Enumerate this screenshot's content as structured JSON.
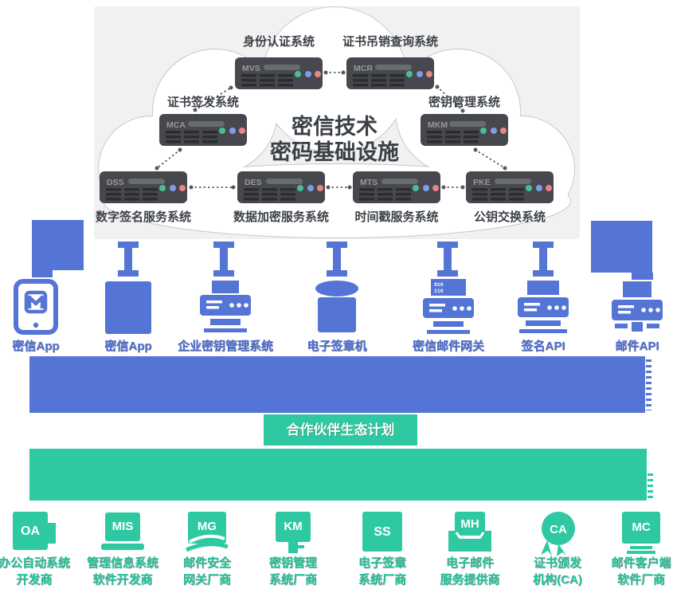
{
  "cloud": {
    "title_line1": "密信技术",
    "title_line2": "密码基础设施",
    "servers": [
      {
        "code": "MVS",
        "label": "身份认证系统"
      },
      {
        "code": "MCR",
        "label": "证书吊销查询系统"
      },
      {
        "code": "MCA",
        "label": "证书签发系统"
      },
      {
        "code": "MKM",
        "label": "密钥管理系统"
      },
      {
        "code": "DSS",
        "label": "数字签名服务系统"
      },
      {
        "code": "DES",
        "label": "数据加密服务系统"
      },
      {
        "code": "MTS",
        "label": "时间戳服务系统"
      },
      {
        "code": "PKE",
        "label": "公钥交换系统"
      }
    ],
    "colors": {
      "panel_bg": "#f1f1f1",
      "cloud_border": "#c8c8c8",
      "server_body": "#46484d",
      "status_dot_green": "#49bd93",
      "status_dot_blue": "#7e9de6",
      "status_dot_red": "#e88585"
    }
  },
  "products": {
    "accent_color": "#5575d6",
    "items": [
      {
        "label": "密信App",
        "icon": "phone-app-icon"
      },
      {
        "label": "密信App",
        "icon": "app-square-icon"
      },
      {
        "label": "企业密钥管理系统",
        "icon": "key-server-icon"
      },
      {
        "label": "电子签章机",
        "icon": "stamp-machine-icon"
      },
      {
        "label": "密信邮件网关",
        "icon": "mail-gateway-icon",
        "icon_code_text": "010 110"
      },
      {
        "label": "签名API",
        "icon": "signing-api-icon"
      },
      {
        "label": "邮件API",
        "icon": "mail-api-icon"
      }
    ]
  },
  "partner_program": {
    "label": "合作伙伴生态计划",
    "accent_color": "#2ec9a2"
  },
  "partners": {
    "items": [
      {
        "code": "OA",
        "line1": "办公自动系统",
        "line2": "开发商"
      },
      {
        "code": "MIS",
        "line1": "管理信息系统",
        "line2": "软件开发商"
      },
      {
        "code": "MG",
        "line1": "邮件安全",
        "line2": "网关厂商"
      },
      {
        "code": "KM",
        "line1": "密钥管理",
        "line2": "系统厂商"
      },
      {
        "code": "SS",
        "line1": "电子签章",
        "line2": "系统厂商"
      },
      {
        "code": "MH",
        "line1": "电子邮件",
        "line2": "服务提供商"
      },
      {
        "code": "CA",
        "line1": "证书颁发",
        "line2": "机构(CA)"
      },
      {
        "code": "MC",
        "line1": "邮件客户端",
        "line2": "软件厂商"
      }
    ]
  }
}
